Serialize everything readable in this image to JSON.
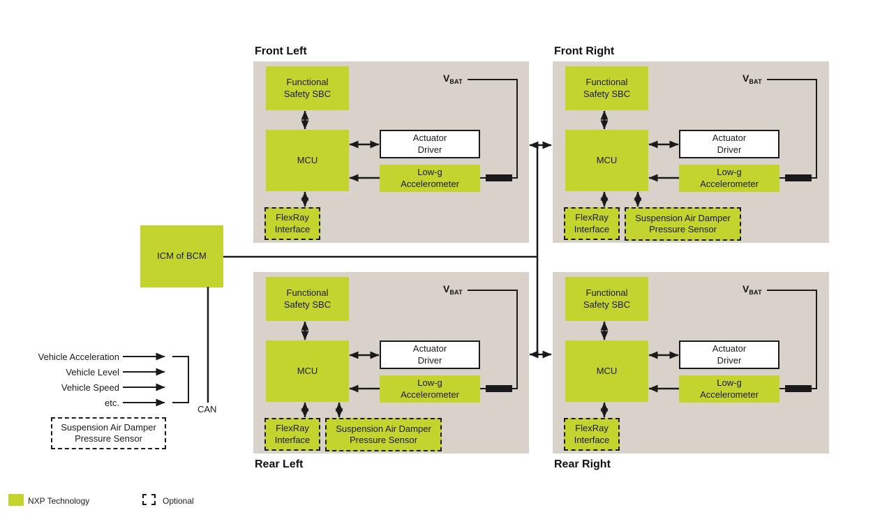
{
  "modules": {
    "front_left": {
      "title": "Front Left",
      "sbc": "Functional\nSafety SBC",
      "mcu": "MCU",
      "actuator_driver": "Actuator\nDriver",
      "low_g_accelerometer": "Low-g\nAccelerometer",
      "flexray_interface": "FlexRay\nInterface",
      "vbat": "V",
      "vbat_sub": "BAT"
    },
    "front_right": {
      "title": "Front Right",
      "sbc": "Functional\nSafety SBC",
      "mcu": "MCU",
      "actuator_driver": "Actuator\nDriver",
      "low_g_accelerometer": "Low-g\nAccelerometer",
      "flexray_interface": "FlexRay\nInterface",
      "pressure_sensor": "Suspension Air Damper\nPressure Sensor",
      "vbat": "V",
      "vbat_sub": "BAT"
    },
    "rear_left": {
      "title": "Rear Left",
      "sbc": "Functional\nSafety SBC",
      "mcu": "MCU",
      "actuator_driver": "Actuator\nDriver",
      "low_g_accelerometer": "Low-g\nAccelerometer",
      "flexray_interface": "FlexRay\nInterface",
      "pressure_sensor": "Suspension Air Damper\nPressure Sensor",
      "vbat": "V",
      "vbat_sub": "BAT"
    },
    "rear_right": {
      "title": "Rear Right",
      "sbc": "Functional\nSafety SBC",
      "mcu": "MCU",
      "actuator_driver": "Actuator\nDriver",
      "low_g_accelerometer": "Low-g\nAccelerometer",
      "flexray_interface": "FlexRay\nInterface",
      "vbat": "V",
      "vbat_sub": "BAT"
    }
  },
  "icm": {
    "label": "ICM of BCM"
  },
  "can": {
    "label": "CAN",
    "inputs": [
      "Vehicle Acceleration",
      "Vehicle Level",
      "Vehicle Speed",
      "etc."
    ]
  },
  "standalone": {
    "pressure_sensor": "Suspension Air Damper\nPressure Sensor"
  },
  "legend": {
    "nxp": "NXP Technology",
    "optional": "Optional"
  },
  "colors": {
    "nxp_green": "#c3d42e",
    "panel_background": "#d9d2cb",
    "line": "#1a1a1a",
    "background": "#ffffff"
  }
}
